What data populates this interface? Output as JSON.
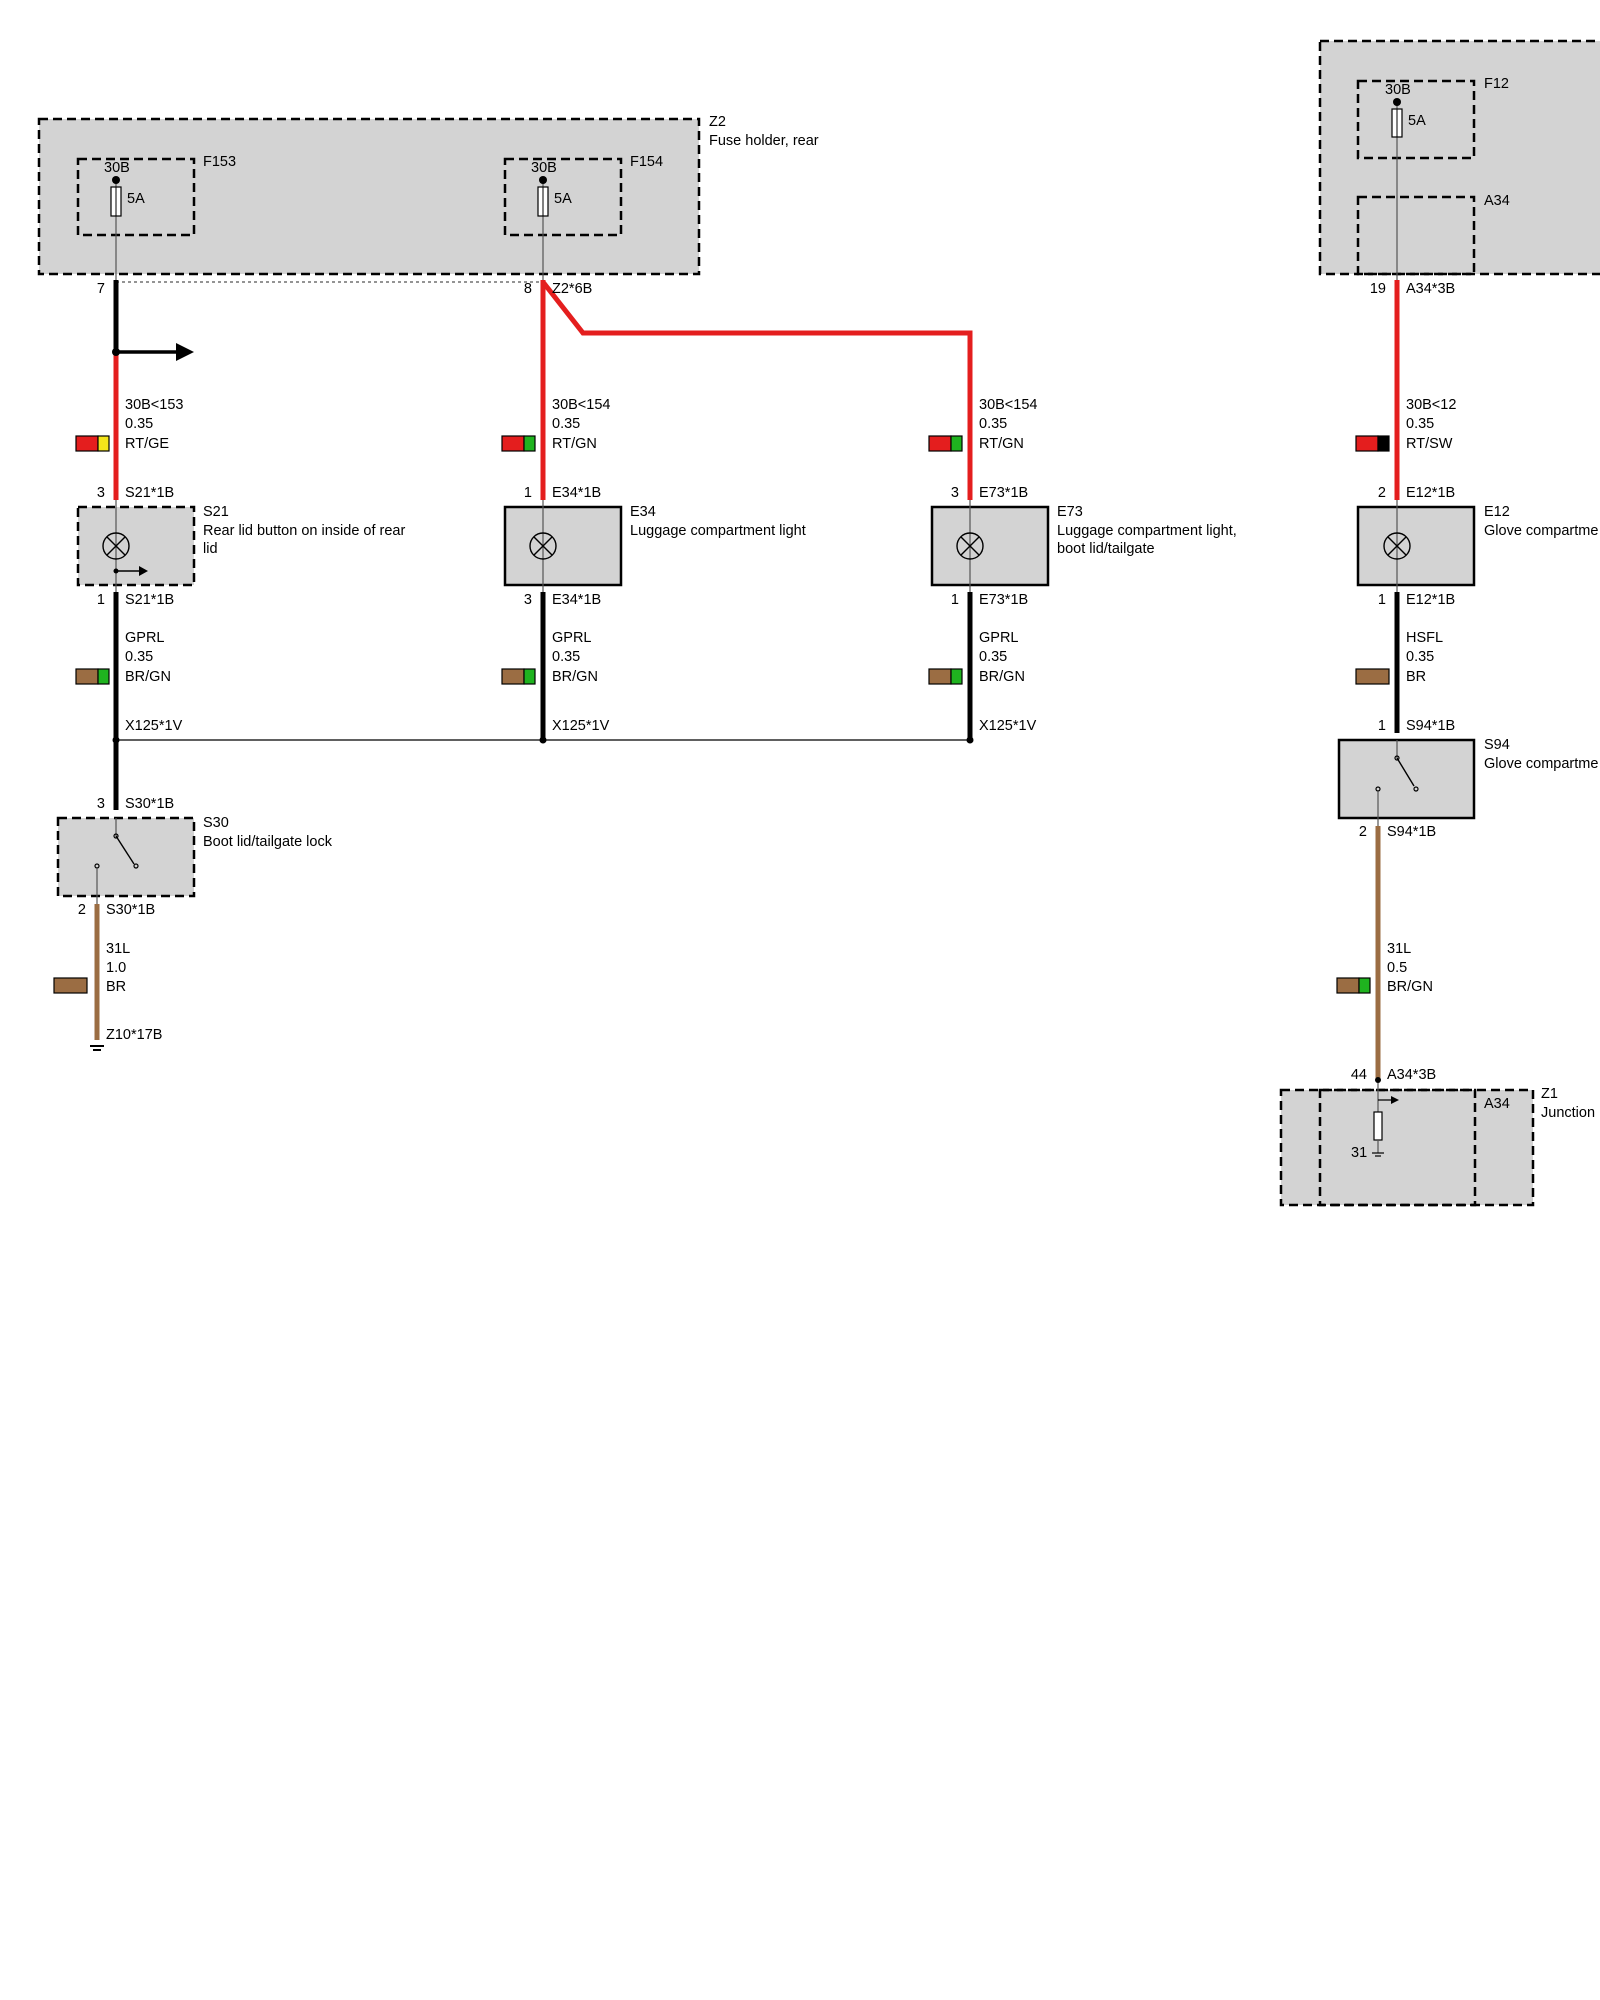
{
  "colors": {
    "red": "#e41e1e",
    "black": "#000000",
    "brown": "#9b6d43",
    "green": "#1fb31f",
    "yellow": "#f4e51a",
    "box_fill": "#d3d3d3"
  },
  "modules": {
    "z2": {
      "code": "Z2",
      "name": "Fuse holder, rear"
    },
    "f153": {
      "code": "F153",
      "terminal": "30B",
      "rating": "5A"
    },
    "f154": {
      "code": "F154",
      "terminal": "30B",
      "rating": "5A"
    },
    "f12": {
      "code": "F12",
      "terminal": "30B",
      "rating": "5A"
    },
    "a34_top": {
      "code": "A34"
    },
    "s21": {
      "code": "S21",
      "name_line1": "Rear lid button on inside of rear",
      "name_line2": "lid"
    },
    "e34": {
      "code": "E34",
      "name": "Luggage compartment light"
    },
    "e73": {
      "code": "E73",
      "name_line1": "Luggage compartment light,",
      "name_line2": "boot lid/tailgate"
    },
    "e12": {
      "code": "E12",
      "name": "Glove compartme"
    },
    "s94": {
      "code": "S94",
      "name": "Glove compartme"
    },
    "s30": {
      "code": "S30",
      "name": "Boot lid/tailgate lock"
    },
    "z1": {
      "code": "Z1",
      "name": "Junction",
      "inner": "A34",
      "ground_pin": "31"
    }
  },
  "pins": {
    "z2_7": {
      "num": "7"
    },
    "z2_8": {
      "num": "8",
      "conn": "Z2*6B"
    },
    "a34_19": {
      "num": "19",
      "conn": "A34*3B"
    },
    "s21_3": {
      "num": "3",
      "conn": "S21*1B"
    },
    "s21_1": {
      "num": "1",
      "conn": "S21*1B"
    },
    "e34_1": {
      "num": "1",
      "conn": "E34*1B"
    },
    "e34_3": {
      "num": "3",
      "conn": "E34*1B"
    },
    "e73_3": {
      "num": "3",
      "conn": "E73*1B"
    },
    "e73_1": {
      "num": "1",
      "conn": "E73*1B"
    },
    "e12_2": {
      "num": "2",
      "conn": "E12*1B"
    },
    "e12_1": {
      "num": "1",
      "conn": "E12*1B"
    },
    "s94_1": {
      "num": "1",
      "conn": "S94*1B"
    },
    "s94_2": {
      "num": "2",
      "conn": "S94*1B"
    },
    "s30_3": {
      "num": "3",
      "conn": "S30*1B"
    },
    "s30_2": {
      "num": "2",
      "conn": "S30*1B"
    },
    "a34_44": {
      "num": "44",
      "conn": "A34*3B"
    },
    "ground": {
      "conn": "Z10*17B"
    }
  },
  "splices": {
    "x1": "X125*1V",
    "x2": "X125*1V",
    "x3": "X125*1V"
  },
  "wires": {
    "w153": {
      "signal": "30B<153",
      "gauge": "0.35",
      "color": "RT/GE"
    },
    "w154a": {
      "signal": "30B<154",
      "gauge": "0.35",
      "color": "RT/GN"
    },
    "w154b": {
      "signal": "30B<154",
      "gauge": "0.35",
      "color": "RT/GN"
    },
    "w12": {
      "signal": "30B<12",
      "gauge": "0.35",
      "color": "RT/SW"
    },
    "gprl1": {
      "signal": "GPRL",
      "gauge": "0.35",
      "color": "BR/GN"
    },
    "gprl2": {
      "signal": "GPRL",
      "gauge": "0.35",
      "color": "BR/GN"
    },
    "gprl3": {
      "signal": "GPRL",
      "gauge": "0.35",
      "color": "BR/GN"
    },
    "hsfl": {
      "signal": "HSFL",
      "gauge": "0.35",
      "color": "BR"
    },
    "w31a": {
      "signal": "31L",
      "gauge": "1.0",
      "color": "BR"
    },
    "w31b": {
      "signal": "31L",
      "gauge": "0.5",
      "color": "BR/GN"
    }
  }
}
